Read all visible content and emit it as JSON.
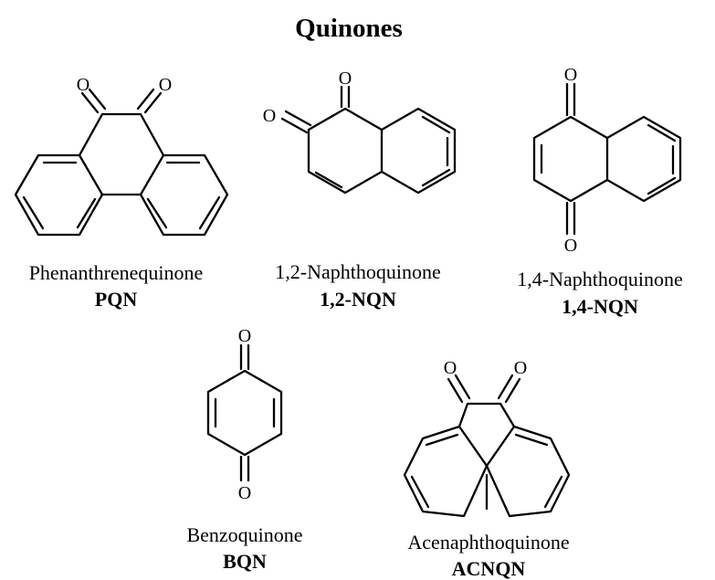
{
  "title": "Quinones",
  "atom_label": "O",
  "compounds": [
    {
      "name": "Phenanthrenequinone",
      "abbr": "PQN"
    },
    {
      "name": "1,2-Naphthoquinone",
      "abbr": "1,2-NQN"
    },
    {
      "name": "1,4-Naphthoquinone",
      "abbr": "1,4-NQN"
    },
    {
      "name": "Benzoquinone",
      "abbr": "BQN"
    },
    {
      "name": "Acenaphthoquinone",
      "abbr": "ACNQN"
    }
  ]
}
